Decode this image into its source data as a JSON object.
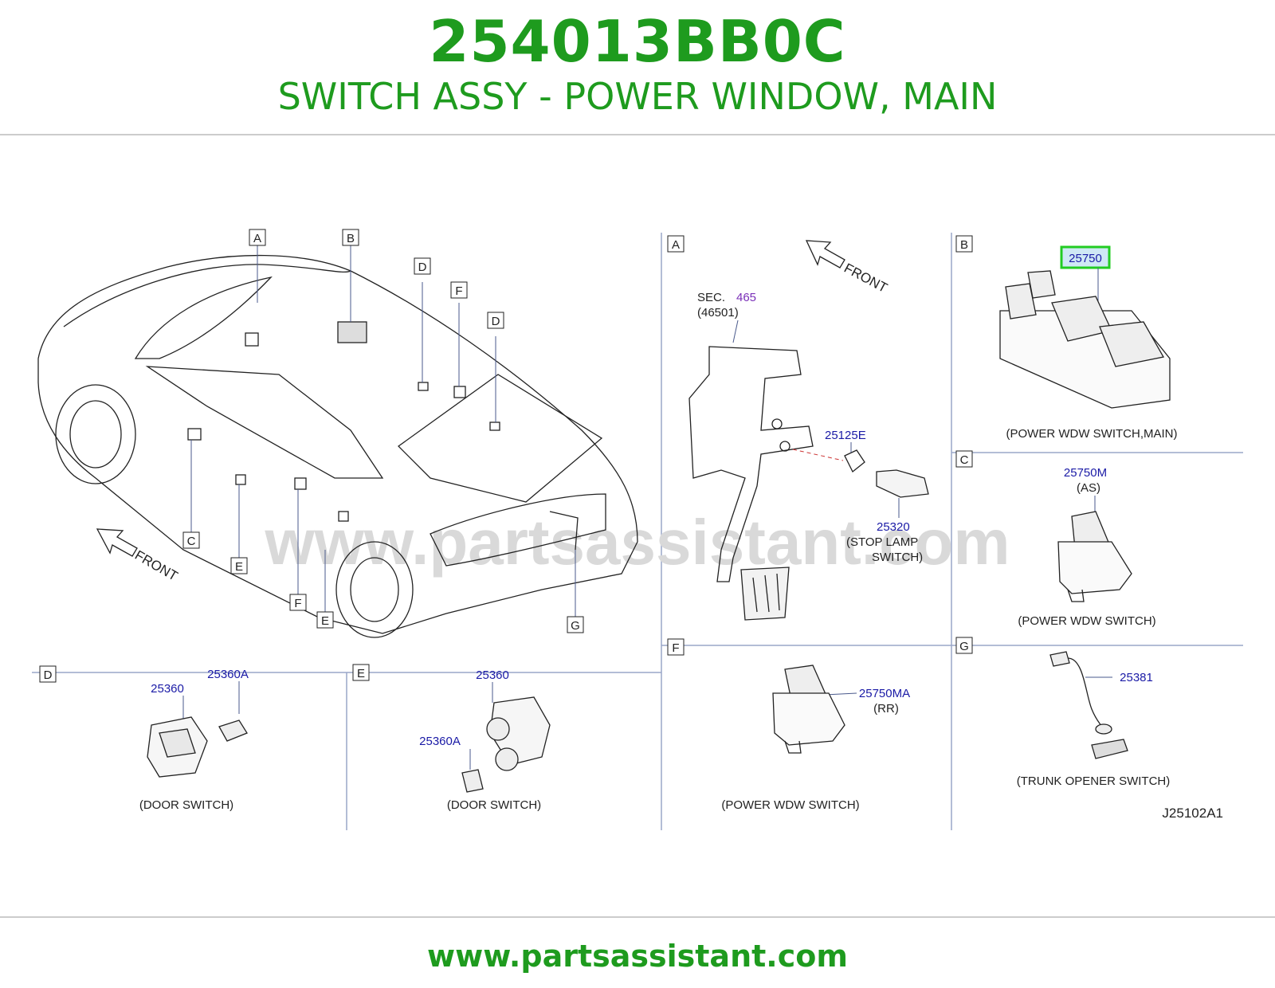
{
  "header": {
    "part_number": "254013BB0C",
    "part_name": "SWITCH ASSY - POWER WINDOW, MAIN"
  },
  "watermark": "www.partsassistant.com",
  "footer": {
    "url": "www.partsassistant.com"
  },
  "colors": {
    "brand_green": "#1e9b1e",
    "callout_blue": "#1a1aa6",
    "section_purple": "#7a2fb8",
    "highlight": "#22cc22",
    "panel_line": "#9aa7c9"
  },
  "diagram": {
    "drawing_code": "J25102A1",
    "car_overview": {
      "front_label": "FRONT",
      "markers": [
        "A",
        "B",
        "C",
        "D",
        "D",
        "E",
        "E",
        "F",
        "F",
        "G"
      ]
    },
    "panels": {
      "A": {
        "letter": "A",
        "front_label": "FRONT",
        "sec_label": "SEC.",
        "sec_number": "465",
        "sec_sub": "(46501)",
        "callouts": [
          "25125E",
          "25320"
        ],
        "caption": [
          "(STOP  LAMP",
          "SWITCH)"
        ]
      },
      "B": {
        "letter": "B",
        "callout": "25750",
        "caption": "(POWER  WDW  SWITCH,MAIN)"
      },
      "C": {
        "letter": "C",
        "callout": "25750M",
        "sub": "(AS)",
        "caption": "(POWER  WDW  SWITCH)"
      },
      "D": {
        "letter": "D",
        "callouts": [
          "25360",
          "25360A"
        ],
        "caption": "(DOOR  SWITCH)"
      },
      "E": {
        "letter": "E",
        "callouts": [
          "25360",
          "25360A"
        ],
        "caption": "(DOOR  SWITCH)"
      },
      "F": {
        "letter": "F",
        "callout": "25750MA",
        "sub": "(RR)",
        "caption": "(POWER  WDW  SWITCH)"
      },
      "G": {
        "letter": "G",
        "callout": "25381",
        "caption": "(TRUNK  OPENER  SWITCH)"
      }
    }
  }
}
